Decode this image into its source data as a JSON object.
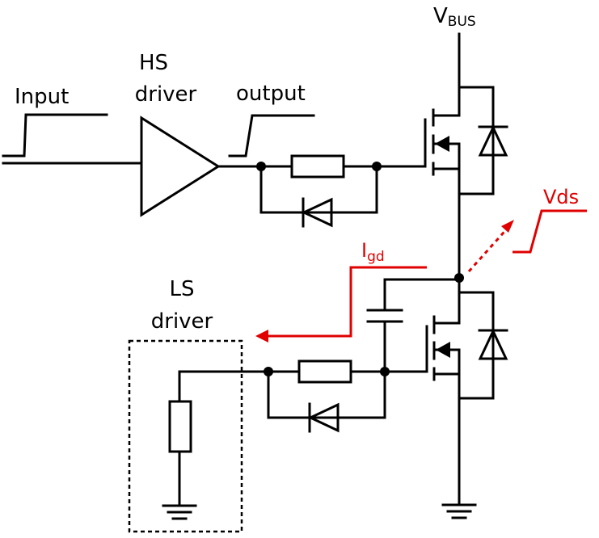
{
  "labels": {
    "vbus_main": "V",
    "vbus_sub": "BUS",
    "input": "Input",
    "hs_driver_line1": "HS",
    "hs_driver_line2": "driver",
    "output": "output",
    "vds": "Vds",
    "igd_main": "I",
    "igd_sub": "gd",
    "ls_driver_line1": "LS",
    "ls_driver_line2": "driver"
  },
  "colors": {
    "wire": "#000000",
    "annotation": "#e00000"
  }
}
